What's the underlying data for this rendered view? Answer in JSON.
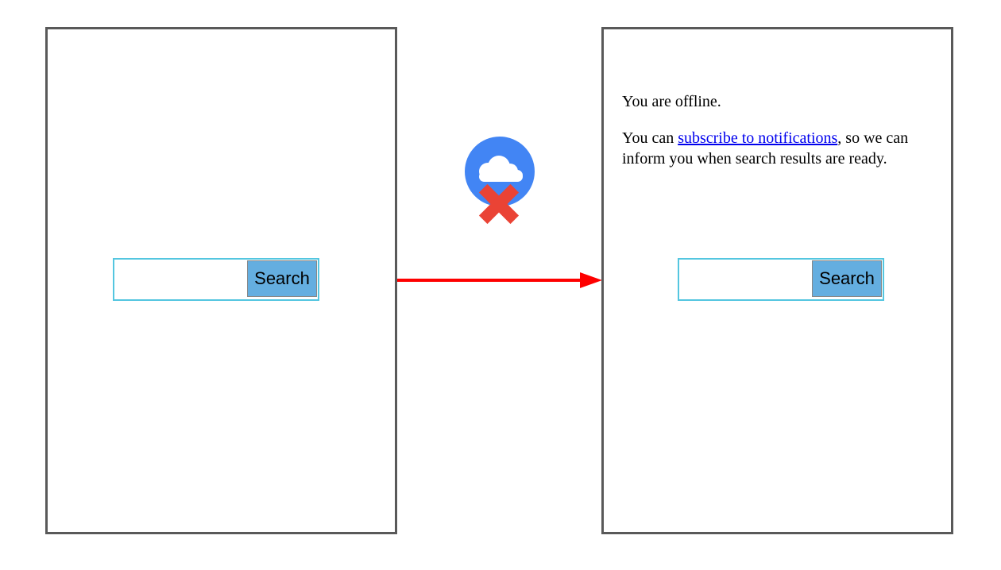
{
  "left_panel": {
    "search": {
      "input_value": "",
      "button_label": "Search"
    }
  },
  "right_panel": {
    "offline_status": "You are offline.",
    "notify": {
      "prefix": "You can ",
      "link_text": "subscribe to notifications",
      "suffix": ", so we can inform you when search results are ready."
    },
    "search": {
      "input_value": "",
      "button_label": "Search"
    }
  },
  "connector": {
    "type": "arrow-right",
    "color": "#fe0000"
  },
  "offline_icon": {
    "name": "cloud-offline",
    "circle_color": "#4285f4",
    "cloud_color": "#ffffff",
    "cross_color": "#ea4335"
  },
  "styles": {
    "frame_border_color": "#595959",
    "input_border_color": "#54c6e0",
    "button_fill": "#64aee0",
    "button_border": "#888888",
    "link_color": "#0000ee",
    "text_color": "#000000",
    "background": "#ffffff"
  }
}
